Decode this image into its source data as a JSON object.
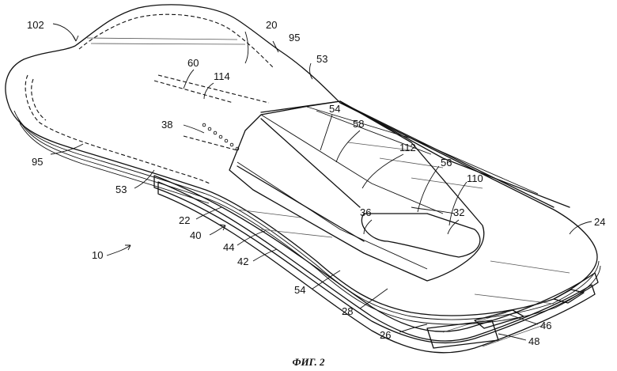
{
  "caption": "ФИГ. 2",
  "labels": {
    "l102": "102",
    "l20": "20",
    "l95a": "95",
    "l53a": "53",
    "l60": "60",
    "l114": "114",
    "l54a": "54",
    "l58": "58",
    "l38": "38",
    "l112": "112",
    "l56": "56",
    "l110": "110",
    "l95b": "95",
    "l53b": "53",
    "l36": "36",
    "l32": "32",
    "l24": "24",
    "l22": "22",
    "l40": "40",
    "l44": "44",
    "l10": "10",
    "l42": "42",
    "l54b": "54",
    "l28": "28",
    "l46": "46",
    "l26": "26",
    "l48": "48"
  }
}
